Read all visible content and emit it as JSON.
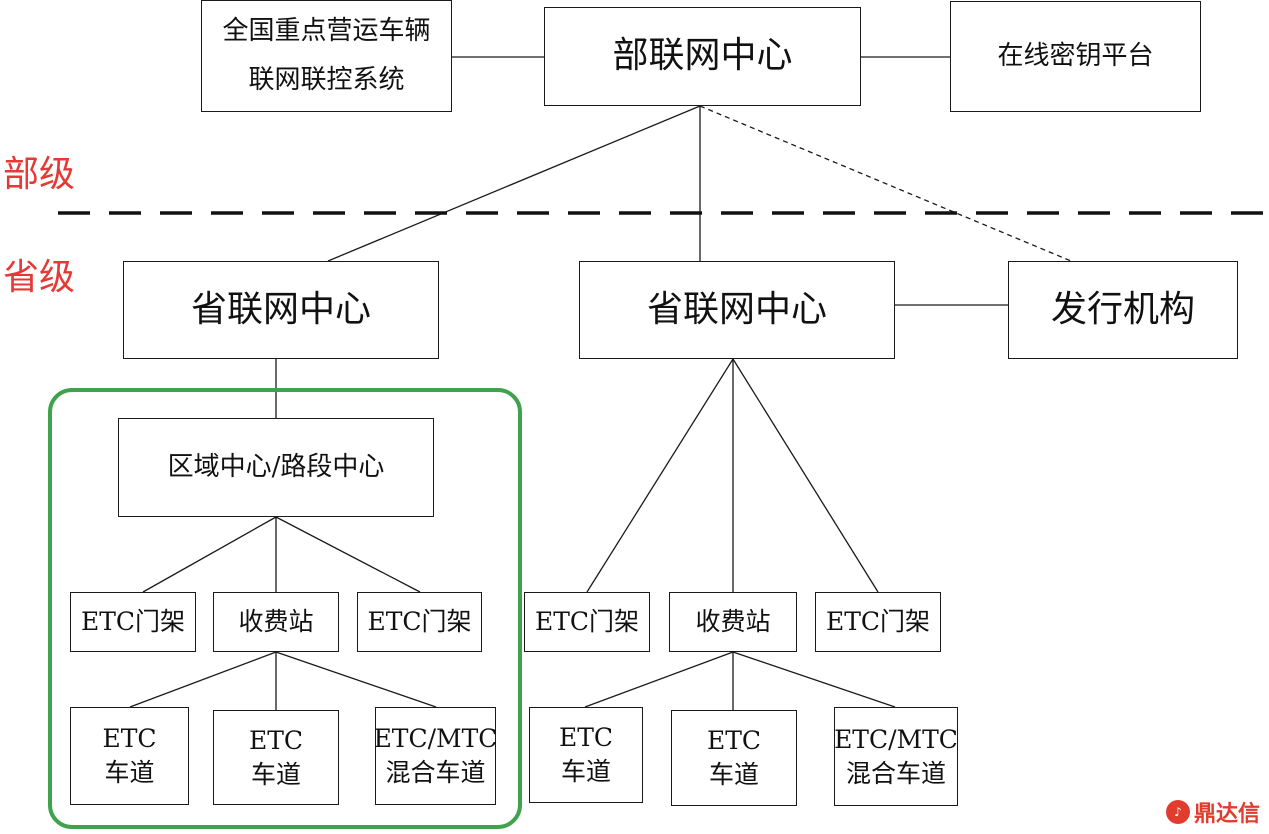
{
  "tiers": {
    "ministry": "部级",
    "province": "省级"
  },
  "ministry": {
    "center": "部联网中心",
    "monitoring_system": {
      "line1": "全国重点营运车辆",
      "line2": "联网联控系统"
    },
    "key_platform": "在线密钥平台"
  },
  "province_left": {
    "center": "省联网中心",
    "region_center": "区域中心/路段中心",
    "gantry_left": "ETC门架",
    "toll_station": "收费站",
    "gantry_right": "ETC门架",
    "lane_etc_a": {
      "line1": "ETC",
      "line2": "车道"
    },
    "lane_etc_b": {
      "line1": "ETC",
      "line2": "车道"
    },
    "lane_mixed": {
      "line1": "ETC/MTC",
      "line2": "混合车道"
    }
  },
  "province_right": {
    "center": "省联网中心",
    "issuer": "发行机构",
    "gantry_left": "ETC门架",
    "toll_station": "收费站",
    "gantry_right": "ETC门架",
    "lane_etc_a": {
      "line1": "ETC",
      "line2": "车道"
    },
    "lane_etc_b": {
      "line1": "ETC",
      "line2": "车道"
    },
    "lane_mixed": {
      "line1": "ETC/MTC",
      "line2": "混合车道"
    }
  },
  "watermark": "鼎达信",
  "colors": {
    "tier_label": "#e53935",
    "group_border": "#3fa34d",
    "watermark": "#e23c2f"
  }
}
